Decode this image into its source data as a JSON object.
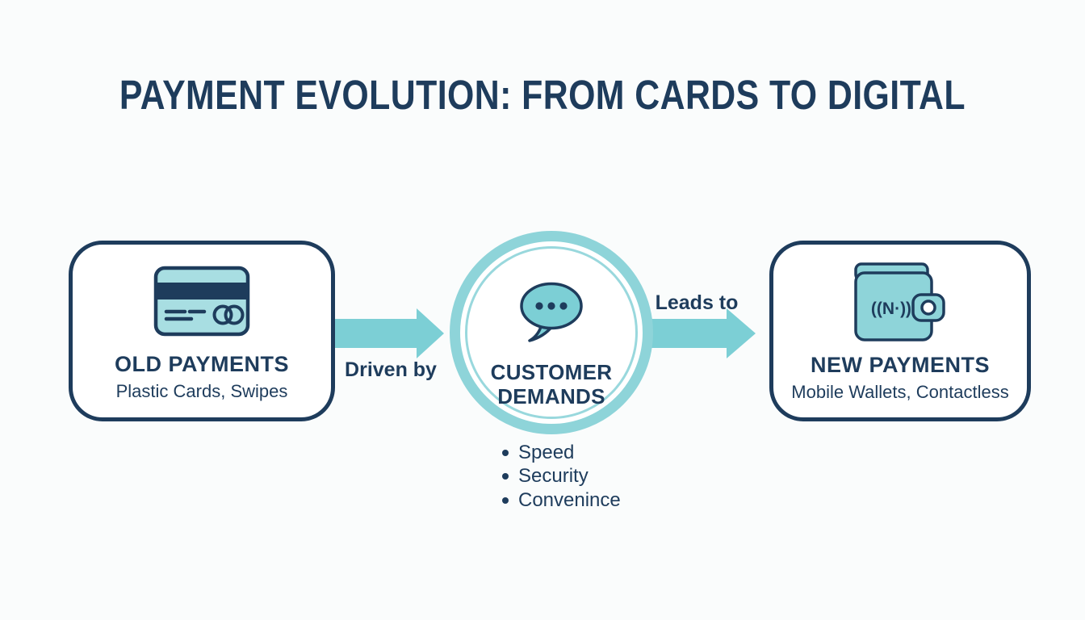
{
  "title": "PAYMENT EVOLUTION: FROM CARDS TO DIGITAL",
  "colors": {
    "navy": "#1e3c5c",
    "teal": "#7ccfd5",
    "teal_light": "#a8dee2",
    "teal_ring": "#8ed4d9",
    "background": "#fafcfc"
  },
  "flow": {
    "old_payments": {
      "heading": "OLD PAYMENTS",
      "subheading": "Plastic Cards, Swipes",
      "icon": "credit-card-icon"
    },
    "driven_by": {
      "label": "Driven by"
    },
    "customer_demands": {
      "heading": "CUSTOMER DEMANDS",
      "icon": "speech-bubble-icon",
      "bullets": [
        "Speed",
        "Security",
        "Convenince"
      ]
    },
    "leads_to": {
      "label": "Leads to"
    },
    "new_payments": {
      "heading": "NEW PAYMENTS",
      "subheading": "Mobile Wallets, Contactless",
      "icon": "nfc-wallet-icon",
      "nfc_glyph": "((N·))"
    }
  }
}
